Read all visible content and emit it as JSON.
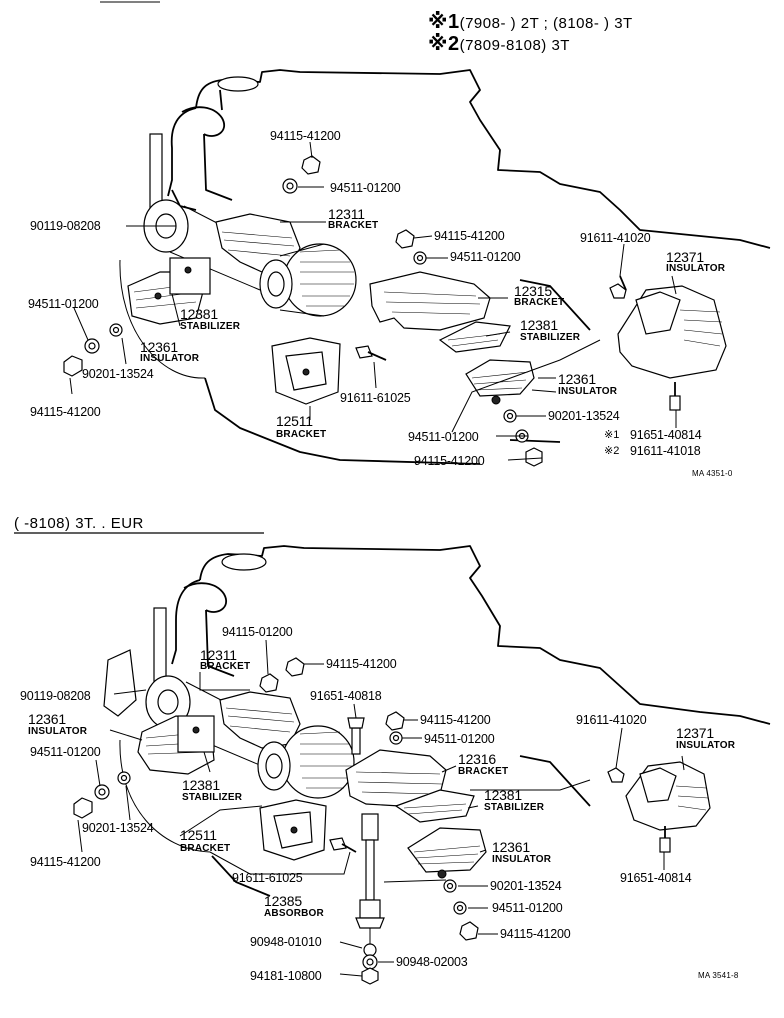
{
  "header": {
    "line1_mark": "※1",
    "line1_text": "(7908-        ) 2T ; (8108-       ) 3T",
    "line2_mark": "※2",
    "line2_text": "(7809-8108) 3T"
  },
  "section2_title": "(       -8108) 3T. . EUR",
  "top_labels": {
    "p94115_41200_a": "94115-41200",
    "p94511_01200_a": "94511-01200",
    "p90119_08208": "90119-08208",
    "p12311": "12311",
    "n_bracket_12311": "BRACKET",
    "p94115_41200_b": "94115-41200",
    "p94511_01200_b": "94511-01200",
    "p91611_41020": "91611-41020",
    "p12371": "12371",
    "n_insulator_12371": "INSULATOR",
    "p94511_01200_c": "94511-01200",
    "p12381_l": "12381",
    "n_stabilizer_l": "STABILIZER",
    "p12315": "12315",
    "n_bracket_12315": "BRACKET",
    "p12381_r": "12381",
    "n_stabilizer_r": "STABILIZER",
    "p12361_l": "12361",
    "n_insulator_l": "INSULATOR",
    "p90201_13524_l": "90201-13524",
    "p94115_41200_c": "94115-41200",
    "p91611_61025": "91611-61025",
    "p12511": "12511",
    "n_bracket_12511": "BRACKET",
    "p12361_r": "12361",
    "n_insulator_r": "INSULATOR",
    "p90201_13524_r": "90201-13524",
    "p94511_01200_d": "94511-01200",
    "p94115_41200_d": "94115-41200",
    "m1": "※1",
    "p91651_40814": "91651-40814",
    "m2": "※2",
    "p91611_41018": "91611-41018",
    "code": "MA 4351-0"
  },
  "bottom_labels": {
    "p94115_01200": "94115-01200",
    "p12311": "12311",
    "n_bracket_12311": "BRACKET",
    "p94115_41200_a": "94115-41200",
    "p90119_08208": "90119-08208",
    "p91651_40818": "91651-40818",
    "p94115_41200_b": "94115-41200",
    "p12361_l": "12361",
    "n_insulator_l": "INSULATOR",
    "p94511_01200_a": "94511-01200",
    "p91611_41020": "91611-41020",
    "p12371": "12371",
    "n_insulator_12371": "INSULATOR",
    "p94511_01200_b": "94511-01200",
    "p12316": "12316",
    "n_bracket_12316": "BRACKET",
    "p12381_l": "12381",
    "n_stabilizer_l": "STABILIZER",
    "p12381_r": "12381",
    "n_stabilizer_r": "STABILIZER",
    "p90201_13524_l": "90201-13524",
    "p12511": "12511",
    "n_bracket_12511": "BRACKET",
    "p12361_r": "12361",
    "n_insulator_r": "INSULATOR",
    "p94115_41200_c": "94115-41200",
    "p91651_40814": "91651-40814",
    "p91611_61025": "91611-61025",
    "p90201_13524_r": "90201-13524",
    "p12385": "12385",
    "n_absorbor": "ABSORBOR",
    "p94511_01200_c": "94511-01200",
    "p94115_41200_d": "94115-41200",
    "p90948_01010": "90948-01010",
    "p90948_02003": "90948-02003",
    "p94181_10800": "94181-10800",
    "code": "MA 3541-8"
  }
}
